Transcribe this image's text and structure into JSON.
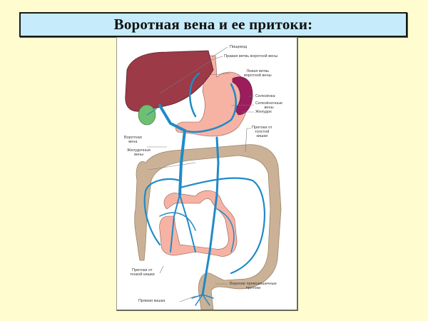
{
  "slide": {
    "title": "Воротная вена и ее притоки:",
    "background_color": "#fffdd0",
    "title_box_color": "#c6ecfb"
  },
  "diagram": {
    "colors": {
      "liver": "#9c3a48",
      "gallbladder": "#6fbf73",
      "spleen": "#9b1d5c",
      "stomach_and_small_intestine": "#f6b3a4",
      "large_intestine": "#cbb297",
      "veins": "#1f8ac8"
    },
    "labels": {
      "esophagus": "Пищевод",
      "right_branch": "Правая ветвь воротной вены",
      "left_branch_1": "Левая ветвь",
      "left_branch_2": "воротной вены",
      "spleen": "Селезёнка",
      "splenic_veins_1": "Селезёночные",
      "splenic_veins_2": "вены",
      "stomach": "Желудок",
      "colon_tributaries_1": "Притоки от",
      "colon_tributaries_2": "толстой",
      "colon_tributaries_3": "кишки",
      "portal_vein_1": "Воротная",
      "portal_vein_2": "вена",
      "gastric_veins_1": "Желудочные",
      "gastric_veins_2": "вены",
      "small_int_tributaries_1": "Притоки от",
      "small_int_tributaries_2": "тонкой кишки",
      "rectum": "Прямая кишка",
      "mesenteric_1": "Верхние прямокишечные",
      "mesenteric_2": "притоки"
    }
  }
}
